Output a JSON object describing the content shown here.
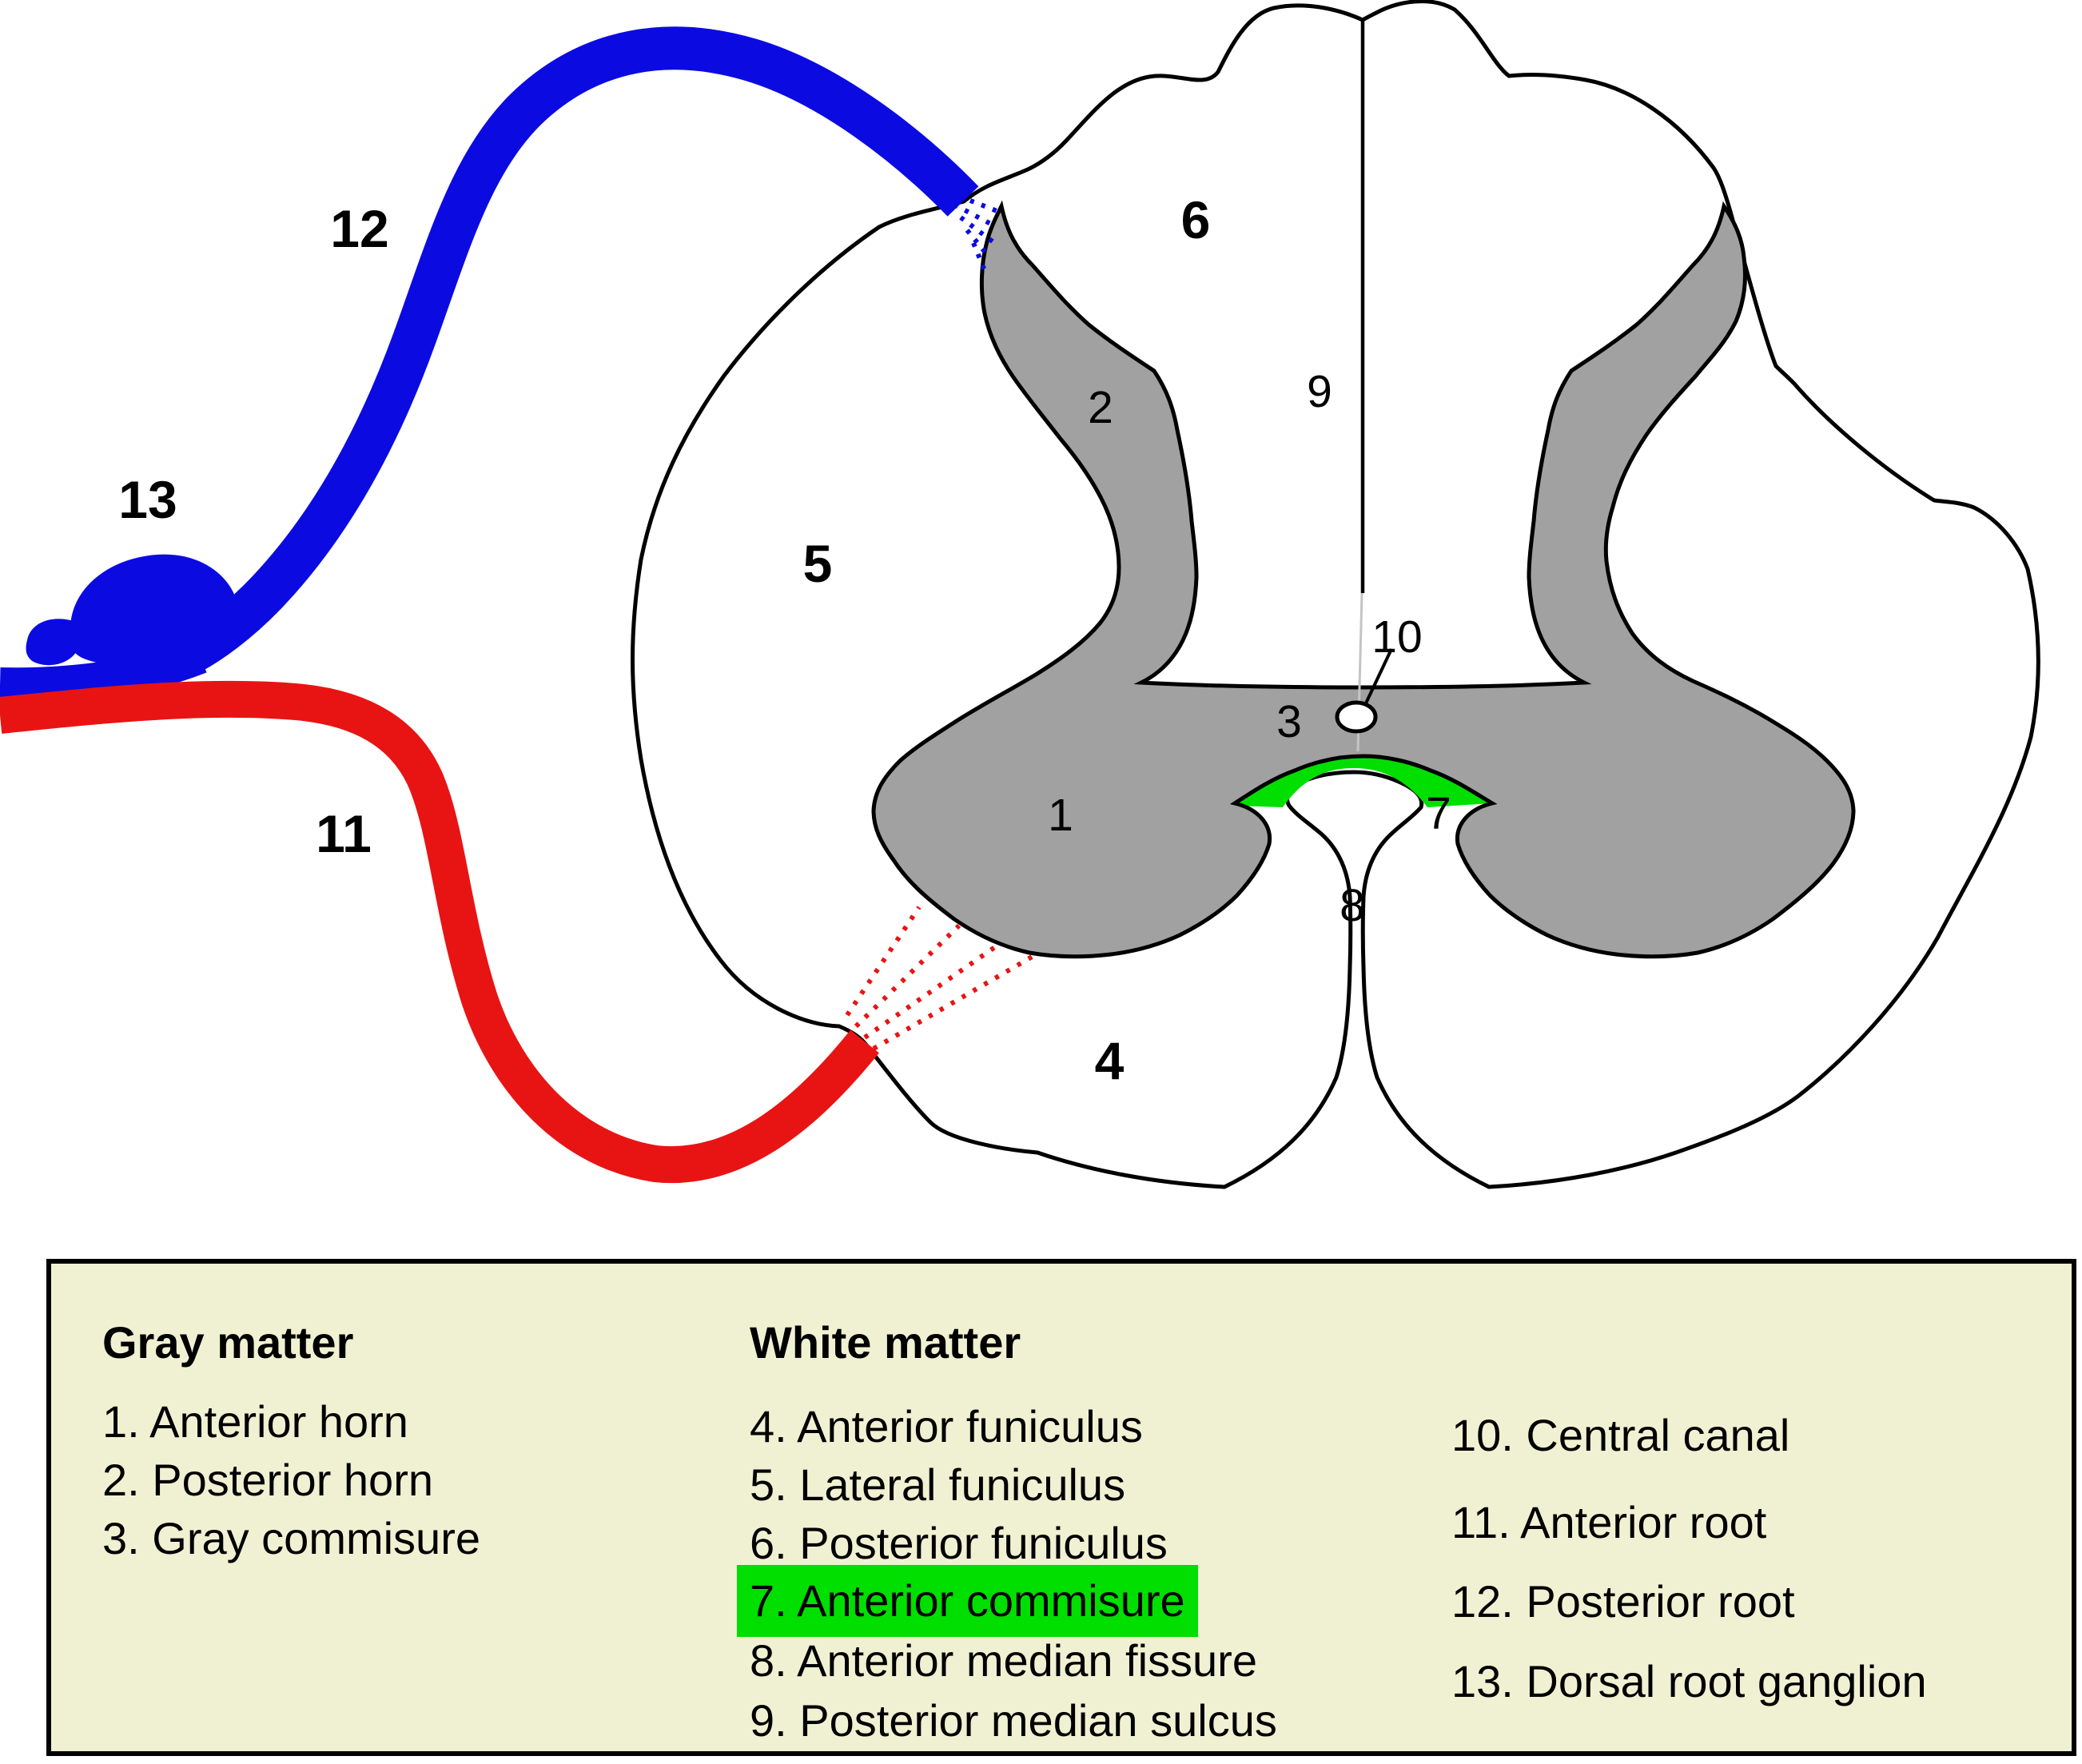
{
  "diagram": {
    "colors": {
      "gray_matter": "#A1A1A1",
      "anterior_commissure_green": "#00DF00",
      "posterior_root_blue": "#0B0BE1",
      "anterior_root_red": "#E81414",
      "outline": "#000000"
    },
    "structure_labels": [
      {
        "text": "1"
      },
      {
        "text": "2"
      },
      {
        "text": "3"
      },
      {
        "text": "4"
      },
      {
        "text": "5"
      },
      {
        "text": "6"
      },
      {
        "text": "7"
      },
      {
        "text": "8"
      },
      {
        "text": "9"
      },
      {
        "text": "10"
      },
      {
        "text": "11"
      },
      {
        "text": "12"
      },
      {
        "text": "13"
      }
    ]
  },
  "legend": {
    "background": "#F0F1D2",
    "highlight_color": "#00DF00",
    "columns": [
      {
        "header": "Gray matter",
        "items": [
          "1. Anterior horn",
          "2. Posterior horn",
          "3. Gray commisure"
        ]
      },
      {
        "header": "White matter",
        "items": [
          "4. Anterior funiculus",
          "5. Lateral funiculus",
          "6. Posterior funiculus",
          "7. Anterior commisure",
          "8. Anterior median fissure",
          "9. Posterior median sulcus"
        ],
        "highlighted_item": "7. Anterior commisure"
      },
      {
        "header": "",
        "items": [
          "10. Central canal",
          "11. Anterior root",
          "12. Posterior root",
          "13. Dorsal root ganglion"
        ]
      }
    ]
  }
}
